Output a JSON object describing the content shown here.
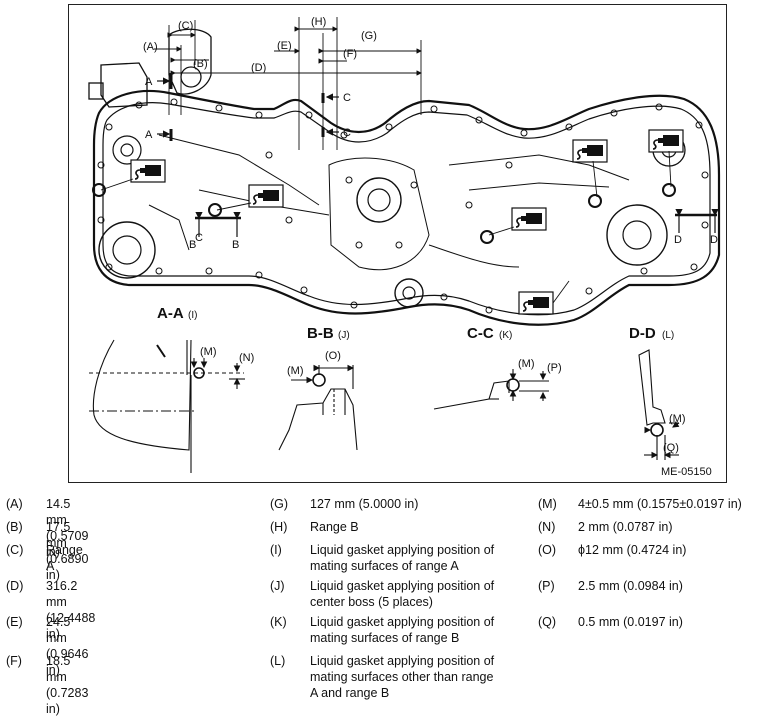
{
  "figure": {
    "id": "ME-05150",
    "dimension_labels": [
      "(A)",
      "(B)",
      "(C)",
      "(D)",
      "(E)",
      "(F)",
      "(G)",
      "(H)"
    ],
    "section_marks": {
      "a": "A",
      "b": "B",
      "c": "C",
      "d": "D"
    },
    "sections": [
      {
        "title": "A-A",
        "ref": "(I)"
      },
      {
        "title": "B-B",
        "ref": "(J)"
      },
      {
        "title": "C-C",
        "ref": "(K)"
      },
      {
        "title": "D-D",
        "ref": "(L)"
      }
    ],
    "detail_labels": {
      "m": "(M)",
      "n": "(N)",
      "o": "(O)",
      "p": "(P)",
      "q": "(Q)"
    }
  },
  "legend": {
    "col1": [
      {
        "key": "(A)",
        "text": "14.5 mm (0.5709 in)"
      },
      {
        "key": "(B)",
        "text": "17.5 mm (0.6890 in)"
      },
      {
        "key": "(C)",
        "text": "Range A"
      },
      {
        "key": "(D)",
        "text": "316.2 mm (12.4488 in)"
      },
      {
        "key": "(E)",
        "text": "24.5 mm (0.9646 in)"
      },
      {
        "key": "(F)",
        "text": "18.5 mm (0.7283 in)"
      }
    ],
    "col2": [
      {
        "key": "(G)",
        "lines": [
          "127 mm (5.0000 in)"
        ]
      },
      {
        "key": "(H)",
        "lines": [
          "Range B"
        ]
      },
      {
        "key": "(I)",
        "lines": [
          "Liquid gasket applying position of",
          "mating surfaces of range A"
        ]
      },
      {
        "key": "(J)",
        "lines": [
          "Liquid gasket applying position of",
          "center boss (5 places)"
        ]
      },
      {
        "key": "(K)",
        "lines": [
          "Liquid gasket applying position of",
          "mating surfaces of range B"
        ]
      },
      {
        "key": "(L)",
        "lines": [
          "Liquid gasket applying position of",
          "mating surfaces other than range",
          "A and range B"
        ]
      }
    ],
    "col3": [
      {
        "key": "(M)",
        "text": "4±0.5 mm (0.1575±0.0197 in)"
      },
      {
        "key": "(N)",
        "text": "2 mm (0.0787 in)"
      },
      {
        "key": "(O)",
        "text": "ϕ12 mm (0.4724 in)"
      },
      {
        "key": "(P)",
        "text": "2.5 mm (0.0984 in)"
      },
      {
        "key": "(Q)",
        "text": "0.5 mm (0.0197 in)"
      }
    ]
  }
}
